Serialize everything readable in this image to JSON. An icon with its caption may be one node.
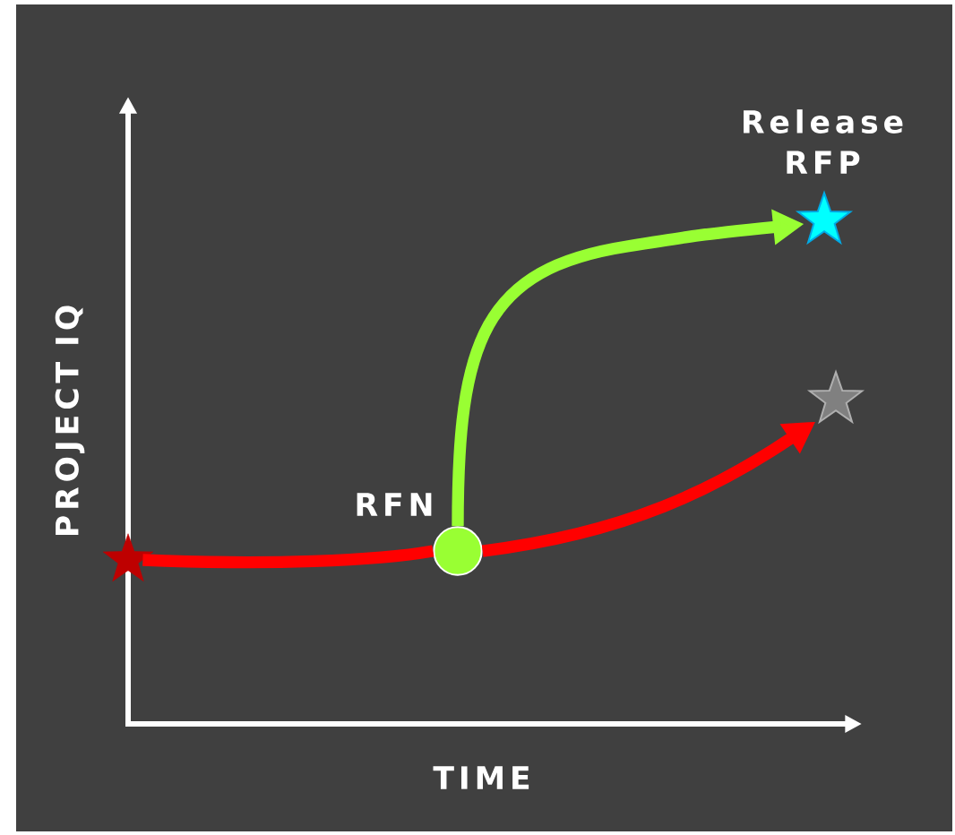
{
  "diagram": {
    "nodes": [
      {
        "text": [],
        "shape": "star"
      },
      {
        "text": [],
        "shape": "circle",
        "beside": [
          "RFN"
        ]
      },
      {
        "text": [],
        "shape": "star",
        "beside": [
          "Release RFP"
        ]
      },
      {
        "text": [],
        "shape": "star"
      }
    ],
    "edges": [
      {
        "from": 0,
        "to": 1,
        "arrow": "none",
        "color": "#ff0000"
      },
      {
        "from": 1,
        "to": 3,
        "arrow": "to",
        "color": "#ff0000"
      },
      {
        "from": 1,
        "to": 2,
        "arrow": "to",
        "color": "#99ff33"
      }
    ],
    "labels": [
      "PROJECT IQ",
      "TIME"
    ]
  }
}
